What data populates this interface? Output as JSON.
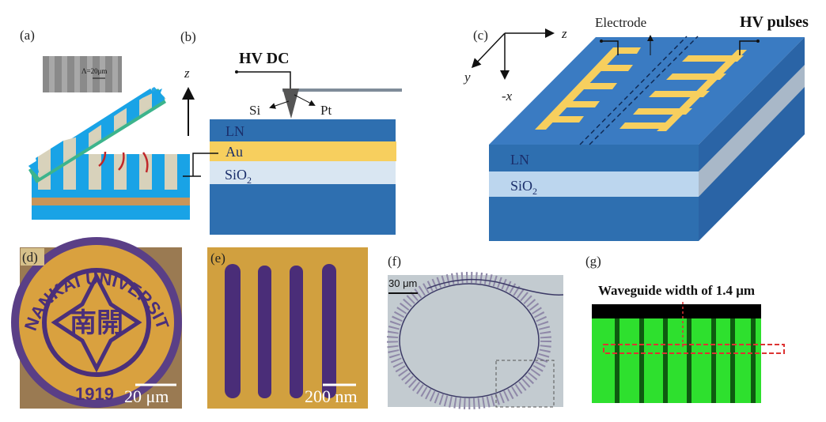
{
  "panels": {
    "a": {
      "label": "(a)",
      "inset_scale": "Λ=20μm"
    },
    "b": {
      "label": "(b)",
      "source": "HV DC",
      "axis": "z",
      "tip_left": "Si",
      "tip_right": "Pt",
      "layers": [
        "LN",
        "Au",
        "SiO",
        "2"
      ]
    },
    "c": {
      "label": "(c)",
      "axis_z": "z",
      "axis_y": "y",
      "axis_x": "-x",
      "electrode": "Electrode",
      "source": "HV pulses",
      "layers": [
        "LN",
        "SiO",
        "2"
      ]
    },
    "d": {
      "label": "(d)",
      "logo_text": "NANKAI UNIVERSITY 1919 南開",
      "scale": "20 μm"
    },
    "e": {
      "label": "(e)",
      "scale": "200 nm"
    },
    "f": {
      "label": "(f)",
      "scale": "30 μm"
    },
    "g": {
      "label": "(g)",
      "title": "Waveguide width of 1.4 μm"
    }
  },
  "colors": {
    "ln": "#2e6fb0",
    "au": "#f7cf5e",
    "sio2": "#d9e6f2",
    "green": "#2ee02e"
  }
}
